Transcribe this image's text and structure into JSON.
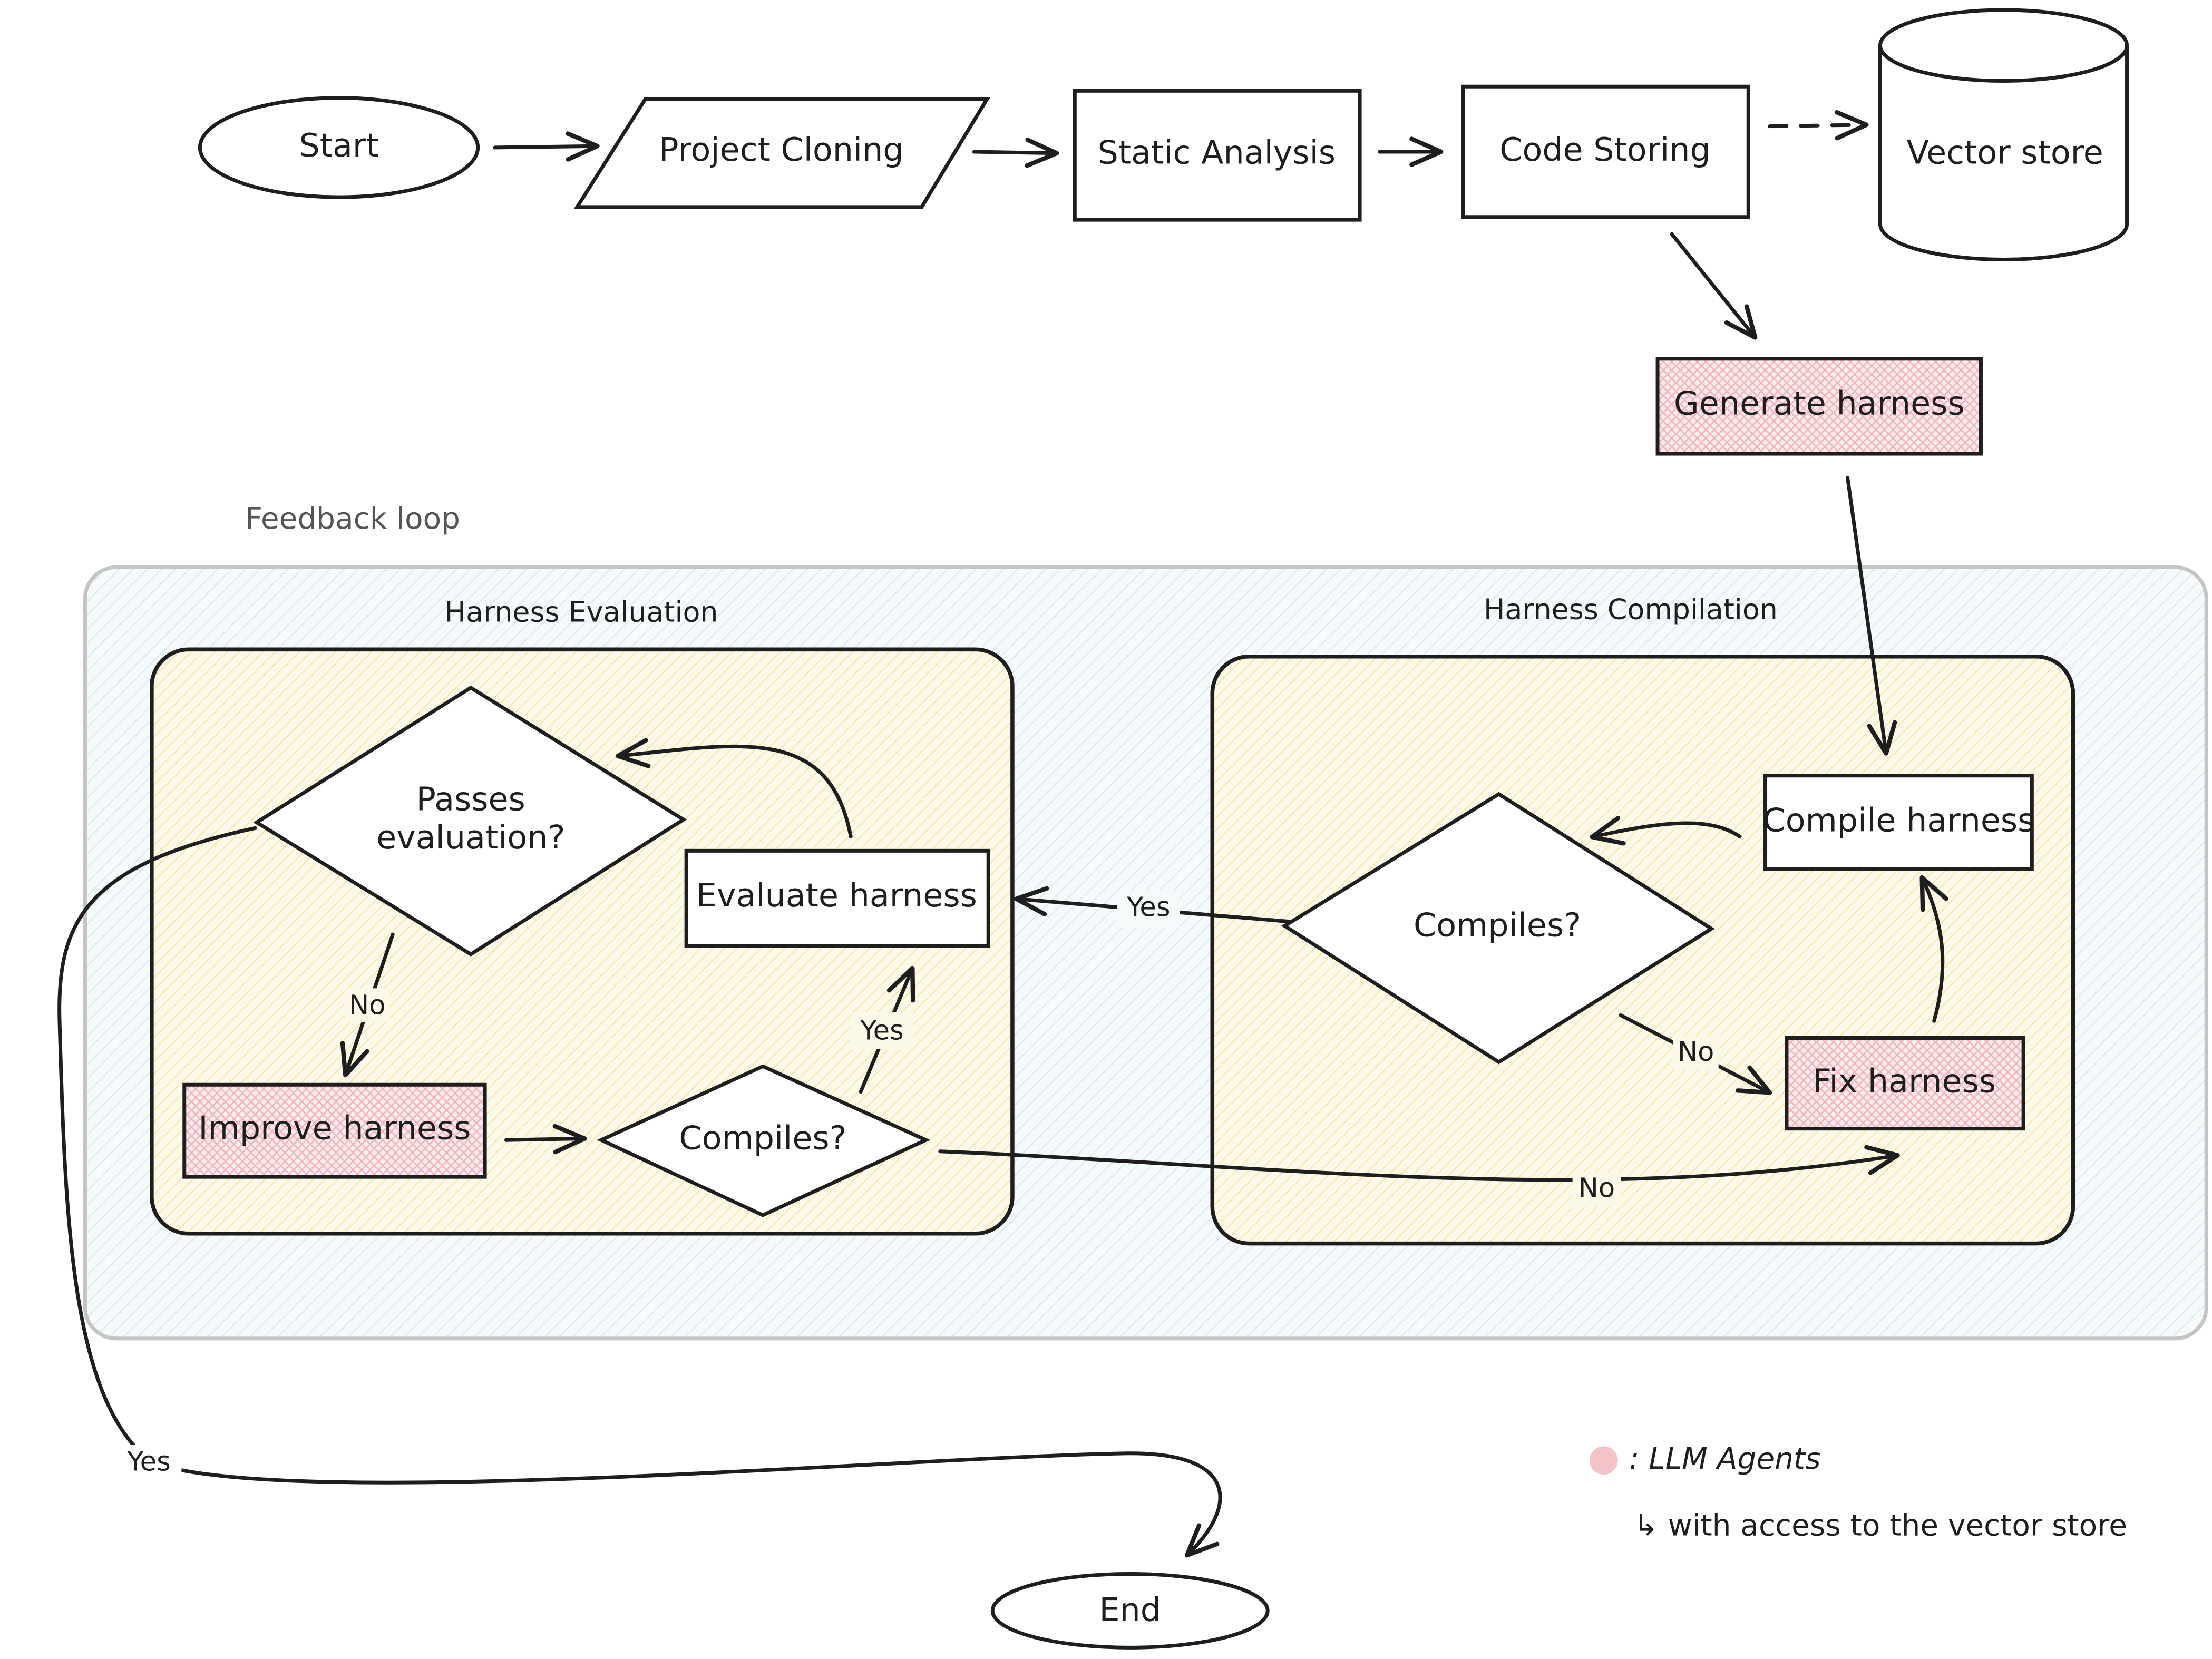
{
  "nodes": {
    "start": "Start",
    "project_cloning": "Project Cloning",
    "static_analysis": "Static Analysis",
    "code_storing": "Code Storing",
    "vector_store": "Vector store",
    "generate_harness": "Generate harness",
    "passes_evaluation_line1": "Passes",
    "passes_evaluation_line2": "evaluation?",
    "evaluate_harness": "Evaluate harness",
    "improve_harness": "Improve harness",
    "compiles_eval": "Compiles?",
    "compile_harness": "Compile harness",
    "compiles_comp": "Compiles?",
    "fix_harness": "Fix harness",
    "end": "End"
  },
  "groups": {
    "feedback_loop": "Feedback loop",
    "harness_evaluation": "Harness Evaluation",
    "harness_compilation": "Harness Compilation"
  },
  "edge_labels": {
    "passes_no": "No",
    "compiles_eval_yes": "Yes",
    "compiles_comp_yes": "Yes",
    "compiles_comp_no": "No",
    "compiles_eval_no": "No",
    "passes_yes": "Yes"
  },
  "legend": {
    "agents": ": LLM Agents",
    "agents_note": "↳ with access to the vector store"
  },
  "colors": {
    "stroke": "#1e1e1e",
    "agent_fill": "#f4b8be",
    "group_fill": "#f5e9a8",
    "loop_fill": "#cfe6ef",
    "loop_border": "#c4c4c4"
  }
}
